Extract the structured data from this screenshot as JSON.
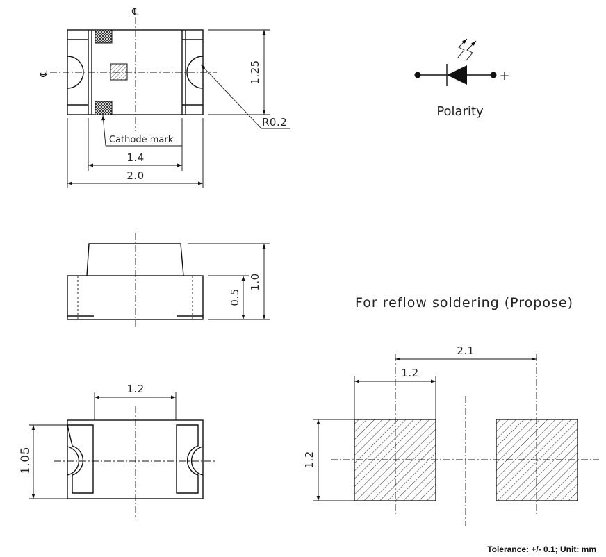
{
  "top_view": {
    "centerline_symbol": "℄",
    "dim_height": "1.25",
    "dim_inner_width": "1.4",
    "dim_width": "2.0",
    "radius_label": "R0.2",
    "cathode_label": "Cathode mark"
  },
  "side_view": {
    "dim_height": "1.0",
    "dim_base": "0.5"
  },
  "bottom_view": {
    "dim_width": "1.2",
    "dim_height": "1.05"
  },
  "polarity": {
    "label": "Polarity",
    "plus_sign": "+"
  },
  "solder_pad": {
    "title": "For reflow soldering (Propose)",
    "dim_pitch": "2.1",
    "dim_pad_width": "1.2",
    "dim_pad_height": "1.2"
  },
  "note": "Tolerance: +/- 0.1; Unit: mm"
}
